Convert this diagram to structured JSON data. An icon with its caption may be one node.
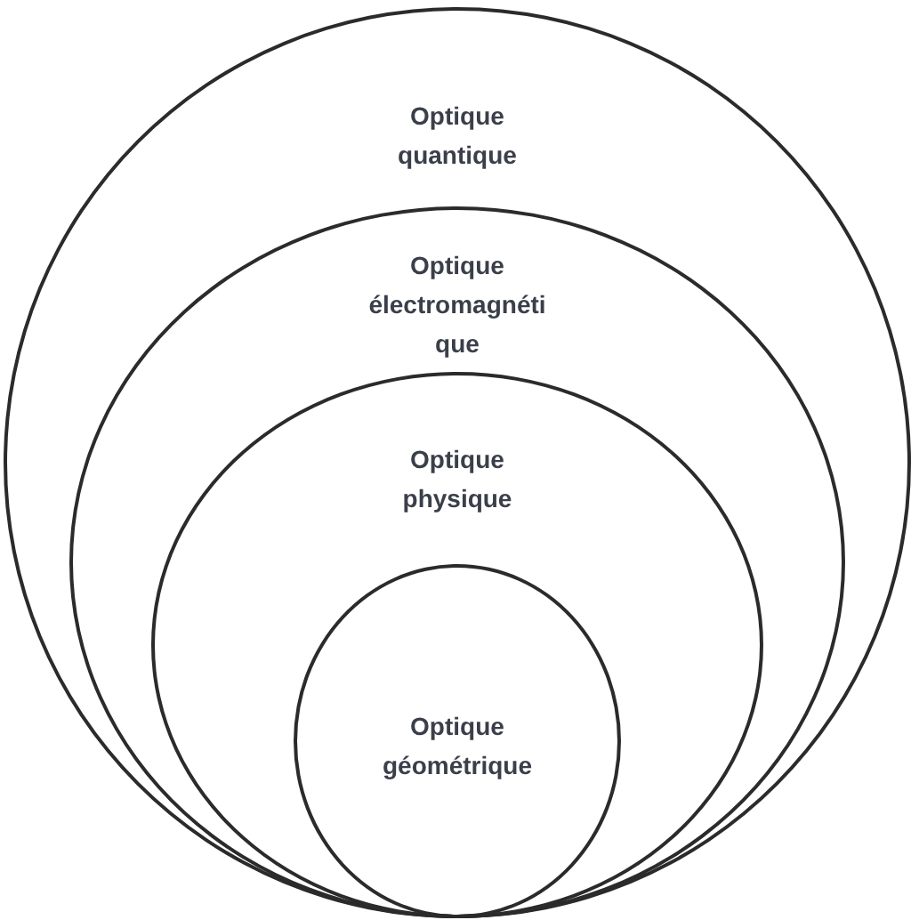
{
  "diagram": {
    "nodes": [
      {
        "text": [
          "Optique quantique"
        ]
      },
      {
        "text": [
          "Optique électromagnétique"
        ],
        "in": 0
      },
      {
        "text": [
          "Optique physique"
        ],
        "in": 1
      },
      {
        "text": [
          "Optique géométrique"
        ],
        "in": 2
      }
    ]
  }
}
